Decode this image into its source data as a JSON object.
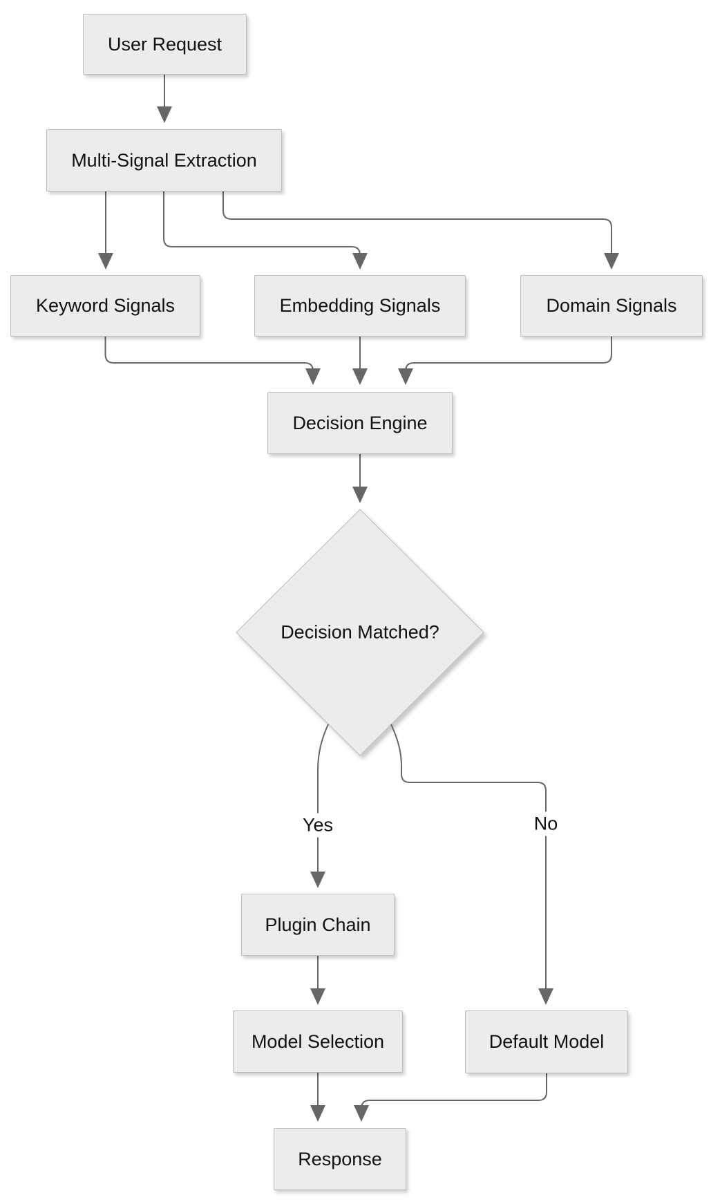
{
  "diagram": {
    "type": "flowchart",
    "direction": "top-down",
    "nodes": {
      "user_request": {
        "label": "User Request",
        "shape": "rect"
      },
      "multi_signal_extraction": {
        "label": "Multi-Signal Extraction",
        "shape": "rect"
      },
      "keyword_signals": {
        "label": "Keyword Signals",
        "shape": "rect"
      },
      "embedding_signals": {
        "label": "Embedding Signals",
        "shape": "rect"
      },
      "domain_signals": {
        "label": "Domain Signals",
        "shape": "rect"
      },
      "decision_engine": {
        "label": "Decision Engine",
        "shape": "rect"
      },
      "decision_matched": {
        "label": "Decision Matched?",
        "shape": "diamond"
      },
      "plugin_chain": {
        "label": "Plugin Chain",
        "shape": "rect"
      },
      "model_selection": {
        "label": "Model Selection",
        "shape": "rect"
      },
      "default_model": {
        "label": "Default Model",
        "shape": "rect"
      },
      "response": {
        "label": "Response",
        "shape": "rect"
      }
    },
    "edge_labels": {
      "yes": "Yes",
      "no": "No"
    },
    "edges": [
      {
        "from": "user_request",
        "to": "multi_signal_extraction",
        "label": ""
      },
      {
        "from": "multi_signal_extraction",
        "to": "keyword_signals",
        "label": ""
      },
      {
        "from": "multi_signal_extraction",
        "to": "embedding_signals",
        "label": ""
      },
      {
        "from": "multi_signal_extraction",
        "to": "domain_signals",
        "label": ""
      },
      {
        "from": "keyword_signals",
        "to": "decision_engine",
        "label": ""
      },
      {
        "from": "embedding_signals",
        "to": "decision_engine",
        "label": ""
      },
      {
        "from": "domain_signals",
        "to": "decision_engine",
        "label": ""
      },
      {
        "from": "decision_engine",
        "to": "decision_matched",
        "label": ""
      },
      {
        "from": "decision_matched",
        "to": "plugin_chain",
        "label": "Yes"
      },
      {
        "from": "decision_matched",
        "to": "default_model",
        "label": "No"
      },
      {
        "from": "plugin_chain",
        "to": "model_selection",
        "label": ""
      },
      {
        "from": "model_selection",
        "to": "response",
        "label": ""
      },
      {
        "from": "default_model",
        "to": "response",
        "label": ""
      }
    ],
    "colors": {
      "background": "#ffffff",
      "node_fill": "#ececec",
      "node_border": "#bcbcbc",
      "edge_color": "#666666",
      "text_color": "#111111"
    }
  }
}
